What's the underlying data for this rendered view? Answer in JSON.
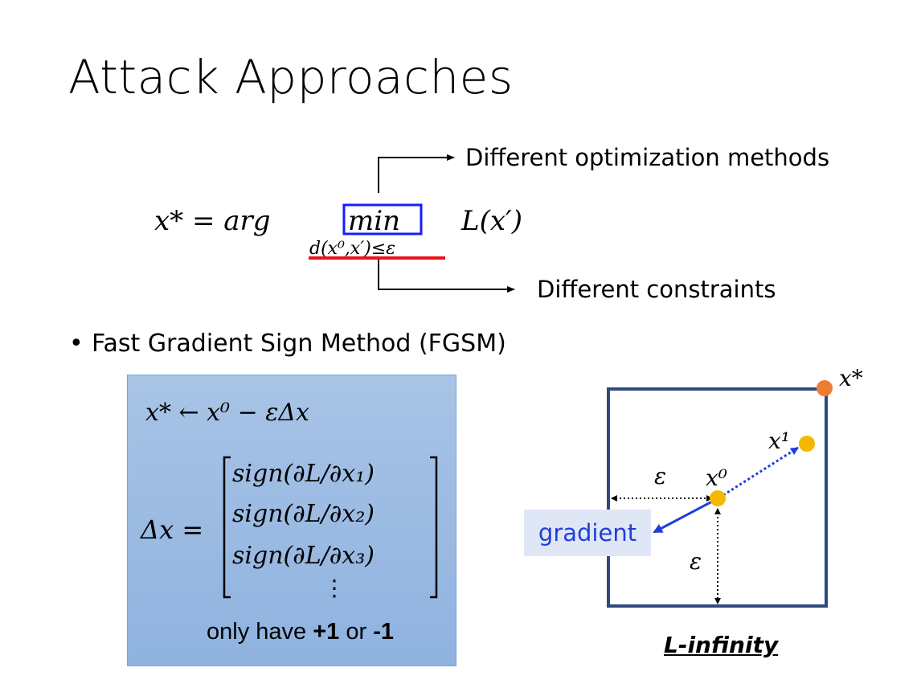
{
  "slide": {
    "title": "Attack Approaches"
  },
  "formula": {
    "lhs": "x* = arg",
    "operator": "min",
    "subscript": "d(x⁰,x′)≤ε",
    "objective": "L(x′)",
    "highlight_colors": {
      "operator_box": "#1a1aff",
      "constraint_underline": "#e8141b"
    }
  },
  "annotations": {
    "top": "Different optimization methods",
    "bottom": "Different constraints"
  },
  "bullet": {
    "text": "Fast Gradient Sign Method (FGSM)"
  },
  "fgsm_box": {
    "update_rule": "x* ← x⁰ − εΔx",
    "delta_lhs": "Δx =",
    "vector_entries": [
      "sign(∂L/∂x₁)",
      "sign(∂L/∂x₂)",
      "sign(∂L/∂x₃)",
      "⋮"
    ],
    "note_prefix": "only have ",
    "note_plus": "+1",
    "note_middle": " or ",
    "note_minus": "-1",
    "background_color": "#9dbde4"
  },
  "diagram": {
    "gradient_label": "gradient",
    "x0_label": "x⁰",
    "x1_label": "x¹",
    "xstar_label": "x*",
    "eps_horizontal": "ε",
    "eps_vertical": "ε",
    "caption": "L-infinity",
    "colors": {
      "square": "#2f4a80",
      "point": "#f5b800",
      "corner_point": "#ed7d31",
      "gradient_arrow": "#1f3fd8"
    }
  }
}
